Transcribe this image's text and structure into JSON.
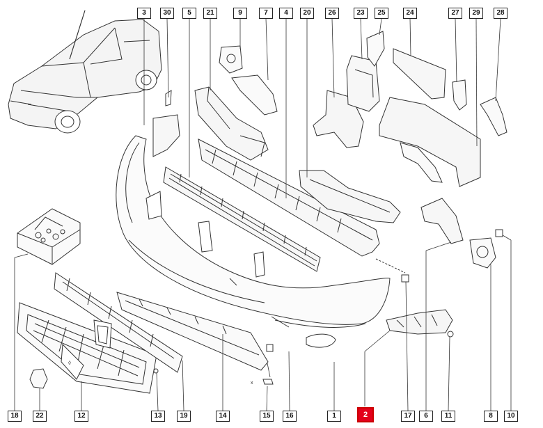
{
  "diagram": {
    "highlight_color": "#e3001b",
    "line_color": "#333333",
    "highlighted_part": "2",
    "callouts": {
      "c3": "3",
      "c30": "30",
      "c5": "5",
      "c21": "21",
      "c9": "9",
      "c7": "7",
      "c4": "4",
      "c20": "20",
      "c26": "26",
      "c23": "23",
      "c25": "25",
      "c24": "24",
      "c27": "27",
      "c29": "29",
      "c28": "28",
      "c18": "18",
      "c22": "22",
      "c12": "12",
      "c13": "13",
      "c19": "19",
      "c14": "14",
      "c15": "15",
      "c16": "16",
      "c1": "1",
      "c2": "2",
      "c17": "17",
      "c6": "6",
      "c11": "11",
      "c8": "8",
      "c10": "10"
    },
    "fastener_mark": "x"
  }
}
